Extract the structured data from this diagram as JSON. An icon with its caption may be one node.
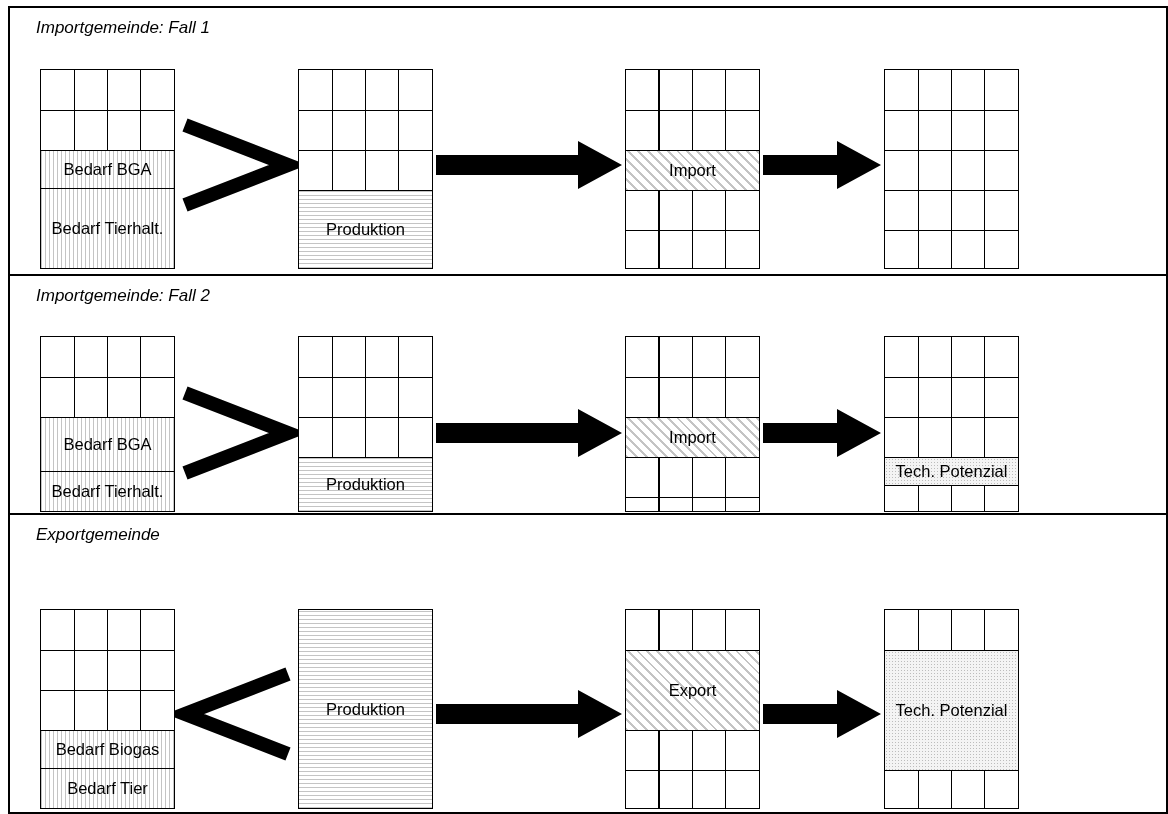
{
  "diagram": {
    "nodes": [
      {
        "text": [
          "Importgemeinde: Fall 1"
        ]
      },
      {
        "text": [],
        "shape": "box",
        "in": 0
      },
      {
        "text": [
          "Bedarf BGA"
        ],
        "in": 1
      },
      {
        "text": [
          "Bedarf Tierhalt."
        ],
        "in": 1
      },
      {
        "text": [],
        "shape": "box",
        "in": 0
      },
      {
        "text": [
          "Produktion"
        ],
        "in": 4
      },
      {
        "text": [],
        "shape": "box",
        "in": 0
      },
      {
        "text": [
          "Import"
        ],
        "in": 6
      },
      {
        "text": [],
        "shape": "box",
        "in": 0
      },
      {
        "text": [
          "Importgemeinde: Fall 2"
        ]
      },
      {
        "text": [],
        "shape": "box",
        "in": 9
      },
      {
        "text": [
          "Bedarf BGA"
        ],
        "in": 10
      },
      {
        "text": [
          "Bedarf Tierhalt."
        ],
        "in": 10
      },
      {
        "text": [],
        "shape": "box",
        "in": 9
      },
      {
        "text": [
          "Produktion"
        ],
        "in": 13
      },
      {
        "text": [],
        "shape": "box",
        "in": 9
      },
      {
        "text": [
          "Import"
        ],
        "in": 15
      },
      {
        "text": [],
        "shape": "box",
        "in": 9
      },
      {
        "text": [
          "Tech. Potenzial"
        ],
        "in": 17
      },
      {
        "text": [
          "Exportgemeinde"
        ]
      },
      {
        "text": [],
        "shape": "box",
        "in": 19
      },
      {
        "text": [
          "Bedarf Biogas"
        ],
        "in": 20
      },
      {
        "text": [
          "Bedarf Tier"
        ],
        "in": 20
      },
      {
        "text": [],
        "shape": "box",
        "in": 19
      },
      {
        "text": [
          "Produktion"
        ],
        "in": 23
      },
      {
        "text": [],
        "shape": "box",
        "in": 19
      },
      {
        "text": [
          "Export"
        ],
        "in": 25
      },
      {
        "text": [],
        "shape": "box",
        "in": 19
      },
      {
        "text": [
          "Tech. Potenzial"
        ],
        "in": 27
      }
    ],
    "edges": [
      {
        "from": 1,
        "to": 4,
        "arrow": "to"
      },
      {
        "from": 4,
        "to": 6,
        "arrow": "to",
        "style": "thick"
      },
      {
        "from": 6,
        "to": 8,
        "arrow": "to",
        "style": "thick"
      },
      {
        "from": 10,
        "to": 13,
        "arrow": "to"
      },
      {
        "from": 13,
        "to": 15,
        "arrow": "to",
        "style": "thick"
      },
      {
        "from": 15,
        "to": 17,
        "arrow": "to",
        "style": "thick"
      },
      {
        "from": 23,
        "to": 20,
        "arrow": "to"
      },
      {
        "from": 23,
        "to": 25,
        "arrow": "to",
        "style": "thick"
      },
      {
        "from": 25,
        "to": 27,
        "arrow": "to",
        "style": "thick"
      }
    ]
  }
}
